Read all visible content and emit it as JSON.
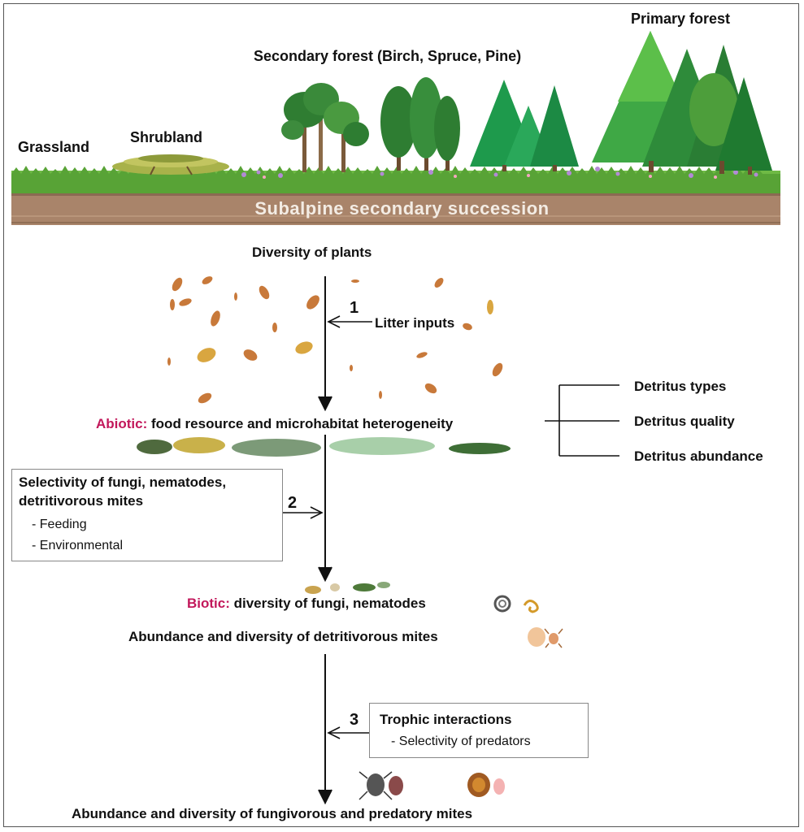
{
  "landscape": {
    "grassland": "Grassland",
    "shrubland": "Shrubland",
    "secondary_forest": "Secondary forest (Birch, Spruce, Pine)",
    "primary_forest": "Primary forest",
    "banner": "Subalpine secondary succession"
  },
  "flow": {
    "plants": "Diversity of plants",
    "step1_number": "1",
    "step1_label": "Litter inputs",
    "abiotic_prefix": "Abiotic:",
    "abiotic_text": "food resource and microhabitat heterogeneity",
    "detritus": [
      "Detritus types",
      "Detritus quality",
      "Detritus abundance"
    ],
    "step2_number": "2",
    "selectivity_title_1": "Selectivity of fungi, nematodes,",
    "selectivity_title_2": "detritivorous mites",
    "selectivity_items": [
      "- Feeding",
      "- Environmental"
    ],
    "biotic_prefix": "Biotic:",
    "biotic_text": "diversity of fungi, nematodes",
    "detritivorous": "Abundance and diversity of detritivorous mites",
    "step3_number": "3",
    "trophic_title": "Trophic interactions",
    "trophic_item": "- Selectivity of predators",
    "final": "Abundance and diversity of fungivorous and predatory mites"
  },
  "colors": {
    "accent_pink": "#c2185b",
    "soil": "#a9846a",
    "grass": "#5aa83a",
    "tree_dark": "#2e7d32",
    "tree_light": "#43a047",
    "leaf": "#c8793a"
  }
}
